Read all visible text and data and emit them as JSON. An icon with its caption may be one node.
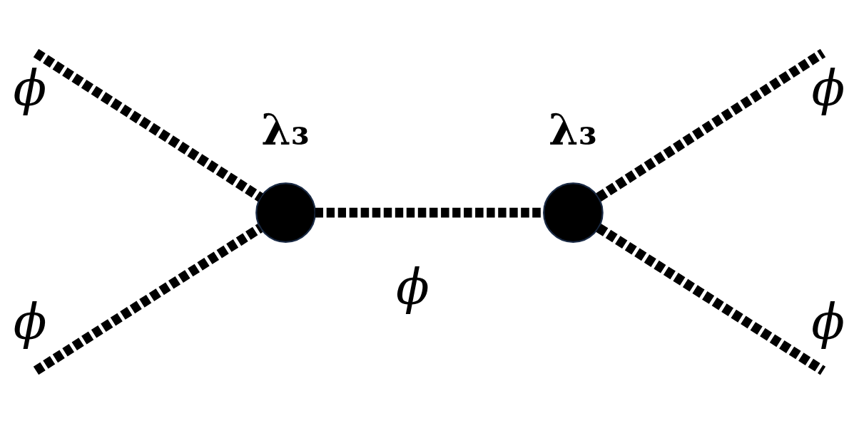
{
  "diagram": {
    "nodes": [
      {
        "text": [],
        "shape": "circle",
        "beside": [
          "λ₃"
        ]
      },
      {
        "text": [],
        "shape": "circle",
        "beside": [
          "λ₃"
        ]
      }
    ],
    "edges": [
      {
        "from": null,
        "to": 0,
        "arrow": "none",
        "label": "ϕ",
        "style": "dashed"
      },
      {
        "from": null,
        "to": 0,
        "arrow": "none",
        "label": "ϕ",
        "style": "dashed"
      },
      {
        "from": 0,
        "to": 1,
        "arrow": "none",
        "label": "ϕ",
        "style": "dashed"
      },
      {
        "from": 1,
        "to": null,
        "arrow": "none",
        "label": "ϕ",
        "style": "dashed"
      },
      {
        "from": 1,
        "to": null,
        "arrow": "none",
        "label": "ϕ",
        "style": "dashed"
      }
    ]
  }
}
